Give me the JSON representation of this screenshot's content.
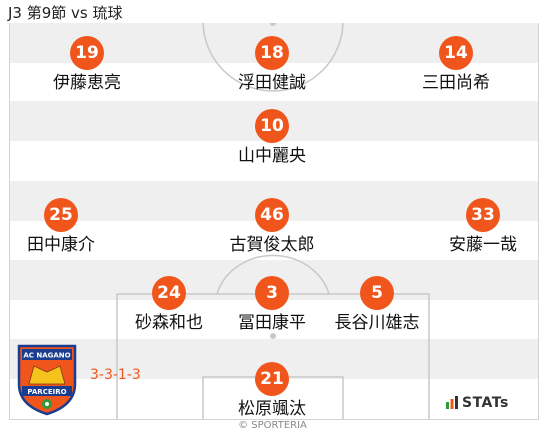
{
  "header": {
    "title": "J3 第9節 vs 琉球"
  },
  "players": [
    {
      "number": "19",
      "name": "伊藤恵亮"
    },
    {
      "number": "18",
      "name": "浮田健誠"
    },
    {
      "number": "14",
      "name": "三田尚希"
    },
    {
      "number": "10",
      "name": "山中麗央"
    },
    {
      "number": "25",
      "name": "田中康介"
    },
    {
      "number": "46",
      "name": "古賀俊太郎"
    },
    {
      "number": "33",
      "name": "安藤一哉"
    },
    {
      "number": "24",
      "name": "砂森和也"
    },
    {
      "number": "3",
      "name": "冨田康平"
    },
    {
      "number": "5",
      "name": "長谷川雄志"
    },
    {
      "number": "21",
      "name": "松原颯汰"
    }
  ],
  "team": {
    "formation": "3-3-1-3",
    "crest_text_top": "AC NAGANO",
    "crest_text_bottom": "PARCEIRO"
  },
  "branding": {
    "stats_logo": "STATs",
    "credit": "© SPORTERIA"
  },
  "colors": {
    "accent": "#f0561c",
    "stripe": "#efefef",
    "pitch_line": "#c8c8c8"
  }
}
